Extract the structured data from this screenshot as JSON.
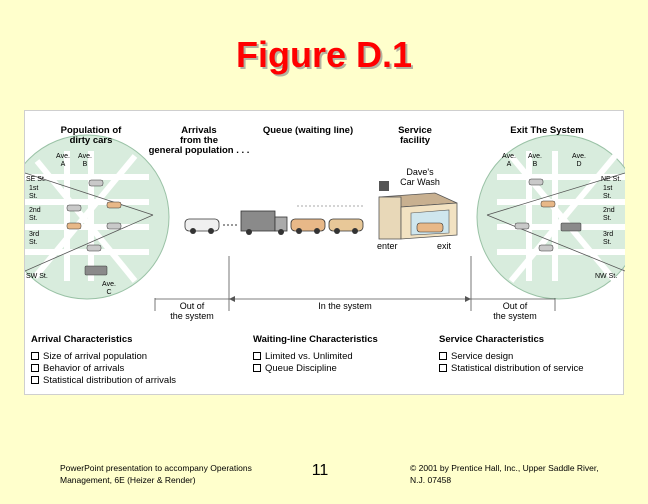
{
  "slide_title": "Figure D.1",
  "diagram": {
    "population_label": [
      "Population of",
      "dirty cars"
    ],
    "arrivals_label": [
      "Arrivals",
      "from the",
      "general population . . ."
    ],
    "queue_label": "Queue (waiting line)",
    "service_label": [
      "Service",
      "facility"
    ],
    "exit_label": "Exit The System",
    "left_streets": {
      "ave_a": [
        "Ave.",
        "A"
      ],
      "ave_b": [
        "Ave.",
        "B"
      ],
      "ave_c": [
        "Ave.",
        "C"
      ],
      "se_st": "SE St.",
      "st1": [
        "1st",
        "St."
      ],
      "st2": [
        "2nd",
        "St."
      ],
      "st3": [
        "3rd",
        "St."
      ],
      "sw_st": "SW St."
    },
    "right_streets": {
      "ave_a": [
        "Ave.",
        "A"
      ],
      "ave_b": [
        "Ave.",
        "B"
      ],
      "ave_d": [
        "Ave.",
        "D"
      ],
      "ne_st": "NE St.",
      "st1": [
        "1st",
        "St."
      ],
      "st2": [
        "2nd",
        "St."
      ],
      "st3": [
        "3rd",
        "St."
      ],
      "nw_st": "NW St."
    },
    "car_wash_sign": [
      "Dave's",
      "Car Wash"
    ],
    "enter_label": "enter",
    "exit_label_small": "exit",
    "out_left": [
      "Out of",
      "the system"
    ],
    "in_system": "In the system",
    "out_right": [
      "Out of",
      "the system"
    ]
  },
  "characteristics": {
    "arrival": {
      "title": "Arrival Characteristics",
      "items": [
        "Size of arrival population",
        "Behavior of arrivals",
        "Statistical distribution of arrivals"
      ]
    },
    "waiting": {
      "title": "Waiting-line Characteristics",
      "items": [
        "Limited vs. Unlimited",
        "Queue Discipline"
      ]
    },
    "service": {
      "title": "Service Characteristics",
      "items": [
        "Service design",
        "Statistical distribution of service"
      ]
    }
  },
  "footer": {
    "left": [
      "PowerPoint presentation to accompany Operations",
      "Management, 6E (Heizer & Render)"
    ],
    "page_number": "11",
    "right": [
      "© 2001 by Prentice Hall, Inc., Upper Saddle River,",
      "N.J. 07458"
    ]
  },
  "colors": {
    "title": "#ff0000",
    "background": "#ffffcc",
    "circle_fill": "#d8ecdd",
    "road": "#ffffff"
  }
}
